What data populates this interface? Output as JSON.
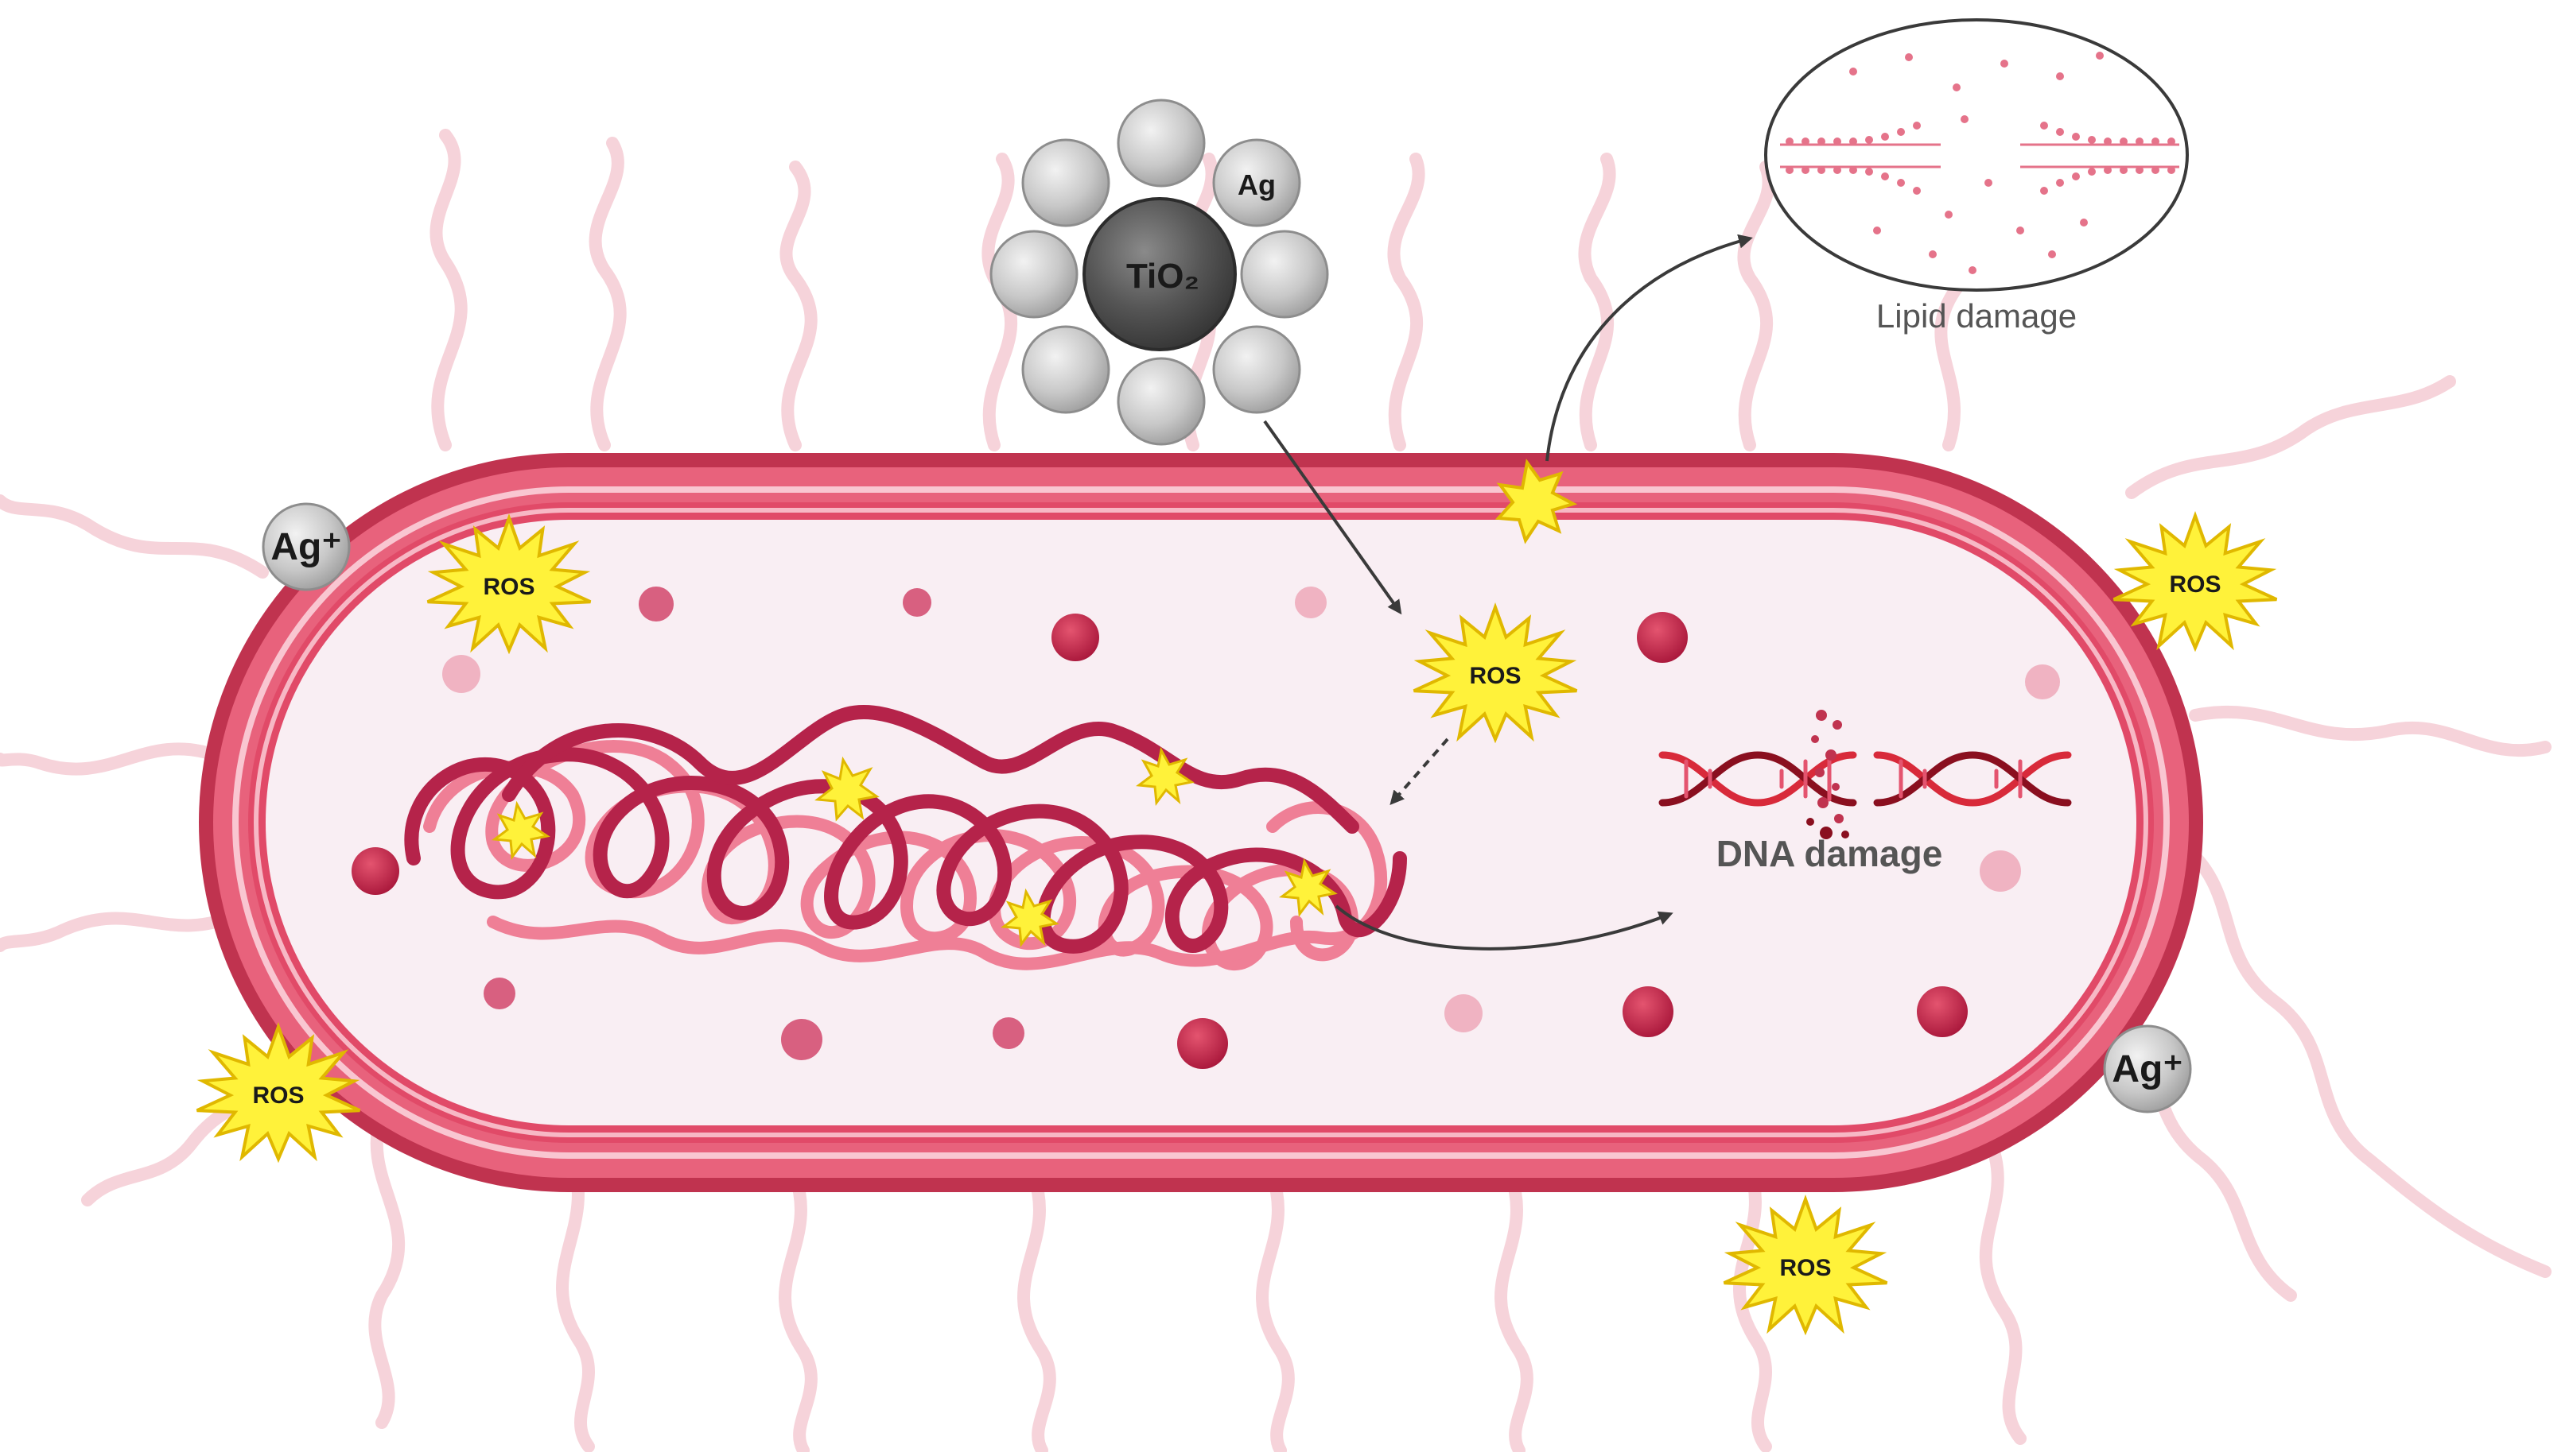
{
  "nanoparticle": {
    "core_label": "TiO₂",
    "shell_label": "Ag"
  },
  "ions": [
    {
      "label": "Ag⁺"
    },
    {
      "label": "Ag⁺"
    }
  ],
  "ros": [
    {
      "label": "ROS"
    },
    {
      "label": "ROS"
    },
    {
      "label": "ROS"
    },
    {
      "label": "ROS"
    },
    {
      "label": "ROS"
    }
  ],
  "lipid": {
    "label": "Lipid damage"
  },
  "dna": {
    "label": "DNA damage"
  },
  "colors": {
    "membrane_dark": "#c0334f",
    "membrane_mid": "#e8627c",
    "membrane_light": "#f7b8c5",
    "cytoplasm": "#f9eef3",
    "flagella": "#f6d3da",
    "ros_fill": "#fff23a",
    "ros_stroke": "#e0b800",
    "core": "#5a5a5a",
    "silver": "#c9c9c9"
  }
}
